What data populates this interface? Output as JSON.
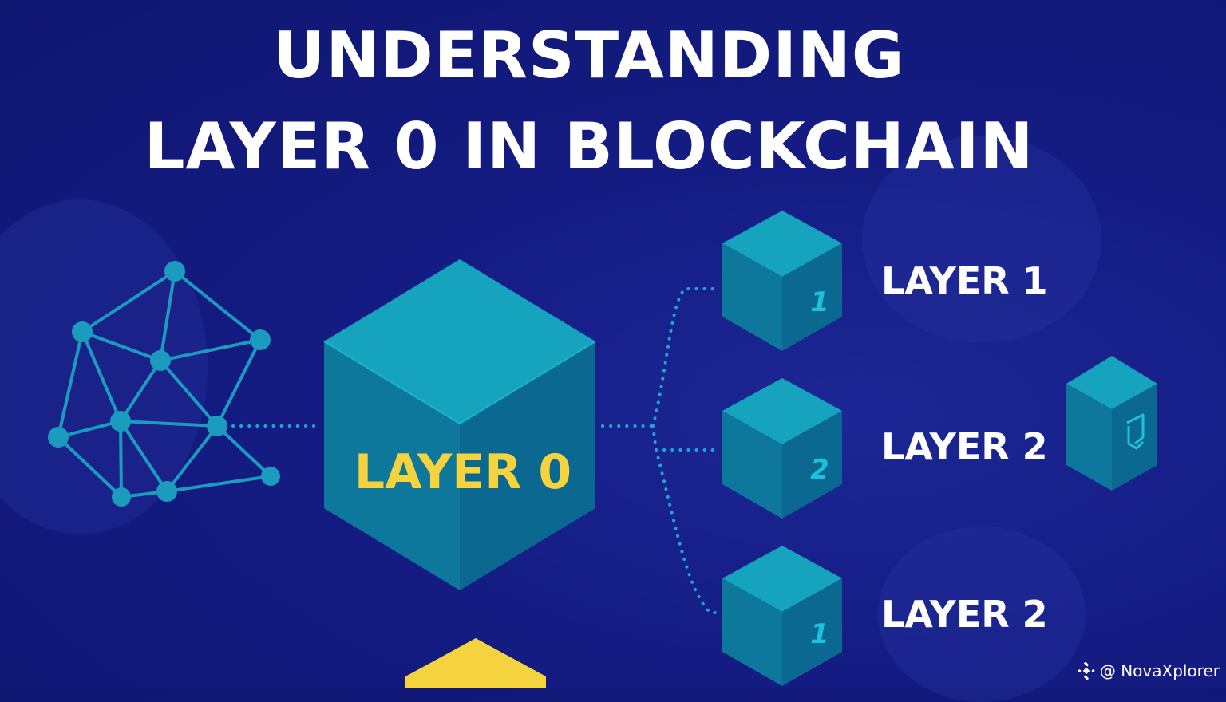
{
  "title": {
    "line1": "UNDERSTANDING",
    "line2": "LAYER 0 IN BLOCKCHAIN"
  },
  "center_cube": {
    "label": "LAYER 0"
  },
  "branches": [
    {
      "label": "LAYER 1",
      "cube_number": "1"
    },
    {
      "label": "LAYER 2",
      "cube_number": "2"
    },
    {
      "label": "LAYER 2",
      "cube_number": "1"
    }
  ],
  "watermark": {
    "text": "@ NovaXplorer",
    "icon": "binance-logo-icon"
  },
  "colors": {
    "background": "#141c83",
    "cube_top": "#15a3bd",
    "cube_left": "#0d789c",
    "cube_right": "#0b6890",
    "node": "#1b9cbf",
    "accent_yellow": "#f5d33f",
    "connector": "#1ea7d0"
  }
}
